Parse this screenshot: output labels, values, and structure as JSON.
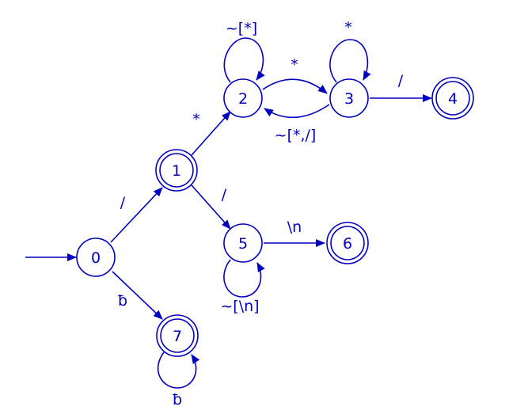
{
  "diagram": {
    "type": "dfa",
    "color": "#0000c0",
    "start_state": "0",
    "states": [
      {
        "id": "0",
        "label": "0",
        "accepting": false
      },
      {
        "id": "1",
        "label": "1",
        "accepting": true
      },
      {
        "id": "2",
        "label": "2",
        "accepting": false
      },
      {
        "id": "3",
        "label": "3",
        "accepting": false
      },
      {
        "id": "4",
        "label": "4",
        "accepting": true
      },
      {
        "id": "5",
        "label": "5",
        "accepting": false
      },
      {
        "id": "6",
        "label": "6",
        "accepting": true
      },
      {
        "id": "7",
        "label": "7",
        "accepting": true
      }
    ],
    "transitions": [
      {
        "id": "t01",
        "from": "0",
        "to": "1",
        "label": "/"
      },
      {
        "id": "t07",
        "from": "0",
        "to": "7",
        "label": "ƀ"
      },
      {
        "id": "t77",
        "from": "7",
        "to": "7",
        "label": "ƀ"
      },
      {
        "id": "t12",
        "from": "1",
        "to": "2",
        "label": "*"
      },
      {
        "id": "t15",
        "from": "1",
        "to": "5",
        "label": "/"
      },
      {
        "id": "t22",
        "from": "2",
        "to": "2",
        "label": "~[*]"
      },
      {
        "id": "t23",
        "from": "2",
        "to": "3",
        "label": "*"
      },
      {
        "id": "t32",
        "from": "3",
        "to": "2",
        "label": "~[*,/]"
      },
      {
        "id": "t33",
        "from": "3",
        "to": "3",
        "label": "*"
      },
      {
        "id": "t34",
        "from": "3",
        "to": "4",
        "label": "/"
      },
      {
        "id": "t55",
        "from": "5",
        "to": "5",
        "label": "~[\\n]"
      },
      {
        "id": "t56",
        "from": "5",
        "to": "6",
        "label": "\\n"
      }
    ]
  }
}
